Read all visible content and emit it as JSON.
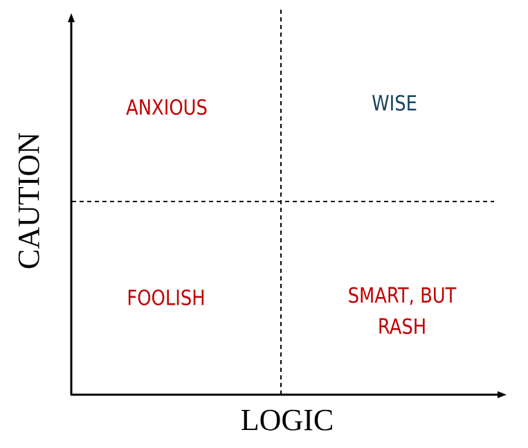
{
  "axes": {
    "x_label": "LOGIC",
    "y_label": "CAUTION"
  },
  "quadrants": {
    "top_left": {
      "label": "ANXIOUS",
      "color": "#c00000"
    },
    "top_right": {
      "label": "WISE",
      "color": "#17445e"
    },
    "bottom_left": {
      "label": "FOOLISH",
      "color": "#c00000"
    },
    "bottom_right": {
      "line1": "SMART, BUT",
      "line2": "RASH",
      "color": "#c00000"
    }
  },
  "colors": {
    "axis": "#000000",
    "warning": "#c00000",
    "positive": "#17445e"
  }
}
